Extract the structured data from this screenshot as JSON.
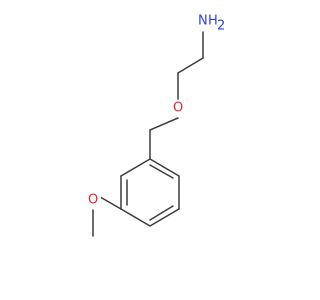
{
  "molecule": {
    "atoms": {
      "nitrogen_label": "N",
      "nitrogen_h_label": "H",
      "nitrogen_h_count": "2",
      "ether_oxygen_label": "O",
      "methoxy_oxygen_label": "O"
    },
    "colors": {
      "bond": "#3c3c3c",
      "nitrogen": "#2f45d6",
      "oxygen": "#e32a2a",
      "background": "#ffffff"
    }
  }
}
